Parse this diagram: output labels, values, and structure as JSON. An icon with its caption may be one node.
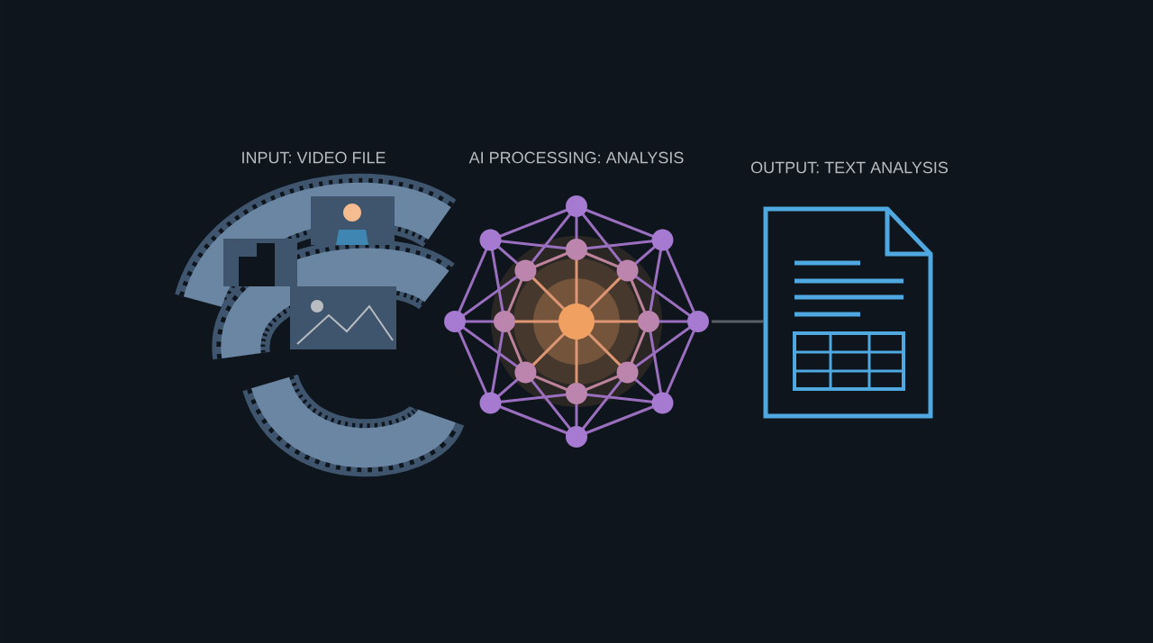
{
  "diagram": {
    "nodes": [
      {
        "text": [
          "INPUT: VIDEO FILE"
        ]
      },
      {
        "text": [
          "AI PROCESSING: ANALYSIS"
        ]
      },
      {
        "text": [
          "OUTPUT: TEXT ANALYSIS"
        ]
      }
    ],
    "edges": [
      {
        "from": 1,
        "to": 2,
        "arrow": "none"
      }
    ]
  }
}
